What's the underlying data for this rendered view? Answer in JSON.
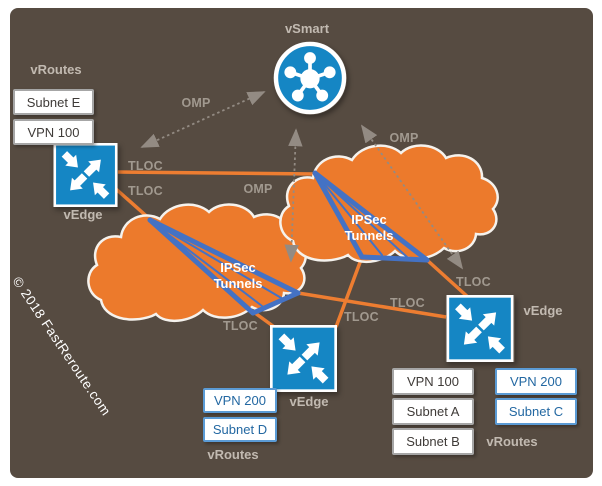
{
  "watermark": "© 2018 FastReroute.com",
  "labels": {
    "tloc": "TLOC",
    "omp": "OMP",
    "vroutes": "vRoutes",
    "vedge": "vEdge",
    "vsmart": "vSmart",
    "ipsec_line1": "IPSec",
    "ipsec_line2": "Tunnels"
  },
  "routes": {
    "left": [
      "Subnet E",
      "VPN 100"
    ],
    "bottom_center": [
      "VPN 200",
      "Subnet D"
    ],
    "right_white": [
      "VPN 100",
      "Subnet A",
      "Subnet B"
    ],
    "right_blue": [
      "VPN 200",
      "Subnet C"
    ]
  },
  "colors": {
    "background": "#564B41",
    "node_blue": "#1586C4",
    "cloud_orange": "#EC7A2C",
    "link_orange": "#ED7D31",
    "tunnel_blue": "#4472C4",
    "label_gray": "#A1998F",
    "node_label_gray": "#C2BAB1",
    "vpn_blue_text": "#2368A2",
    "vpn_blue_border": "#5B9BD5",
    "box_gray_border": "#A6A6A6",
    "box_text_dark": "#3F3B38",
    "omp_arrow_gray": "#938B83",
    "cloud_outline": "#F5F2ED"
  }
}
